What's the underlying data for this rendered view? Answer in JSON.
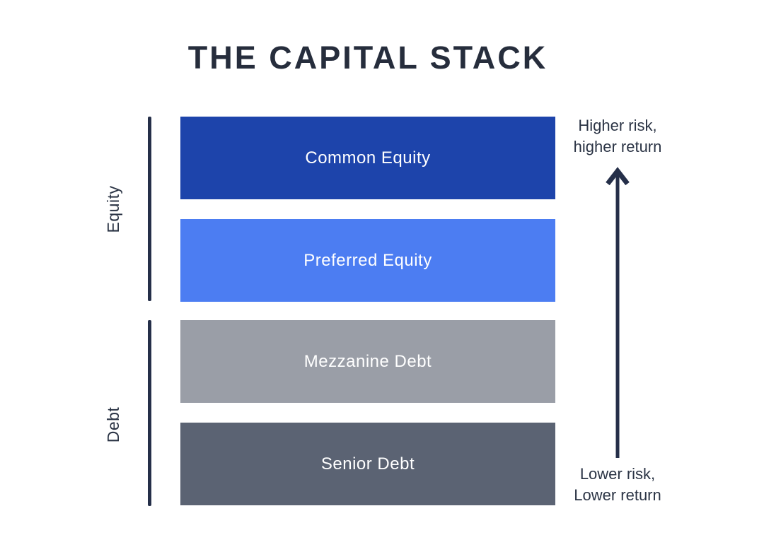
{
  "title": "THE CAPITAL STACK",
  "stack": {
    "layers": [
      {
        "label": "Common Equity",
        "color": "#1d44ab"
      },
      {
        "label": "Preferred Equity",
        "color": "#4c7df2"
      },
      {
        "label": "Mezzanine Debt",
        "color": "#9a9ea7"
      },
      {
        "label": "Senior Debt",
        "color": "#5b6373"
      }
    ]
  },
  "groups": {
    "equity_label": "Equity",
    "debt_label": "Debt"
  },
  "risk_axis": {
    "high_line1": "Higher risk,",
    "high_line2": "higher return",
    "low_line1": "Lower risk,",
    "low_line2": "Lower return"
  },
  "colors": {
    "background": "#ffffff",
    "title_text": "#262d3c",
    "accent_line": "#252f49",
    "side_text": "#2b3445",
    "bar_text": "#ffffff"
  }
}
